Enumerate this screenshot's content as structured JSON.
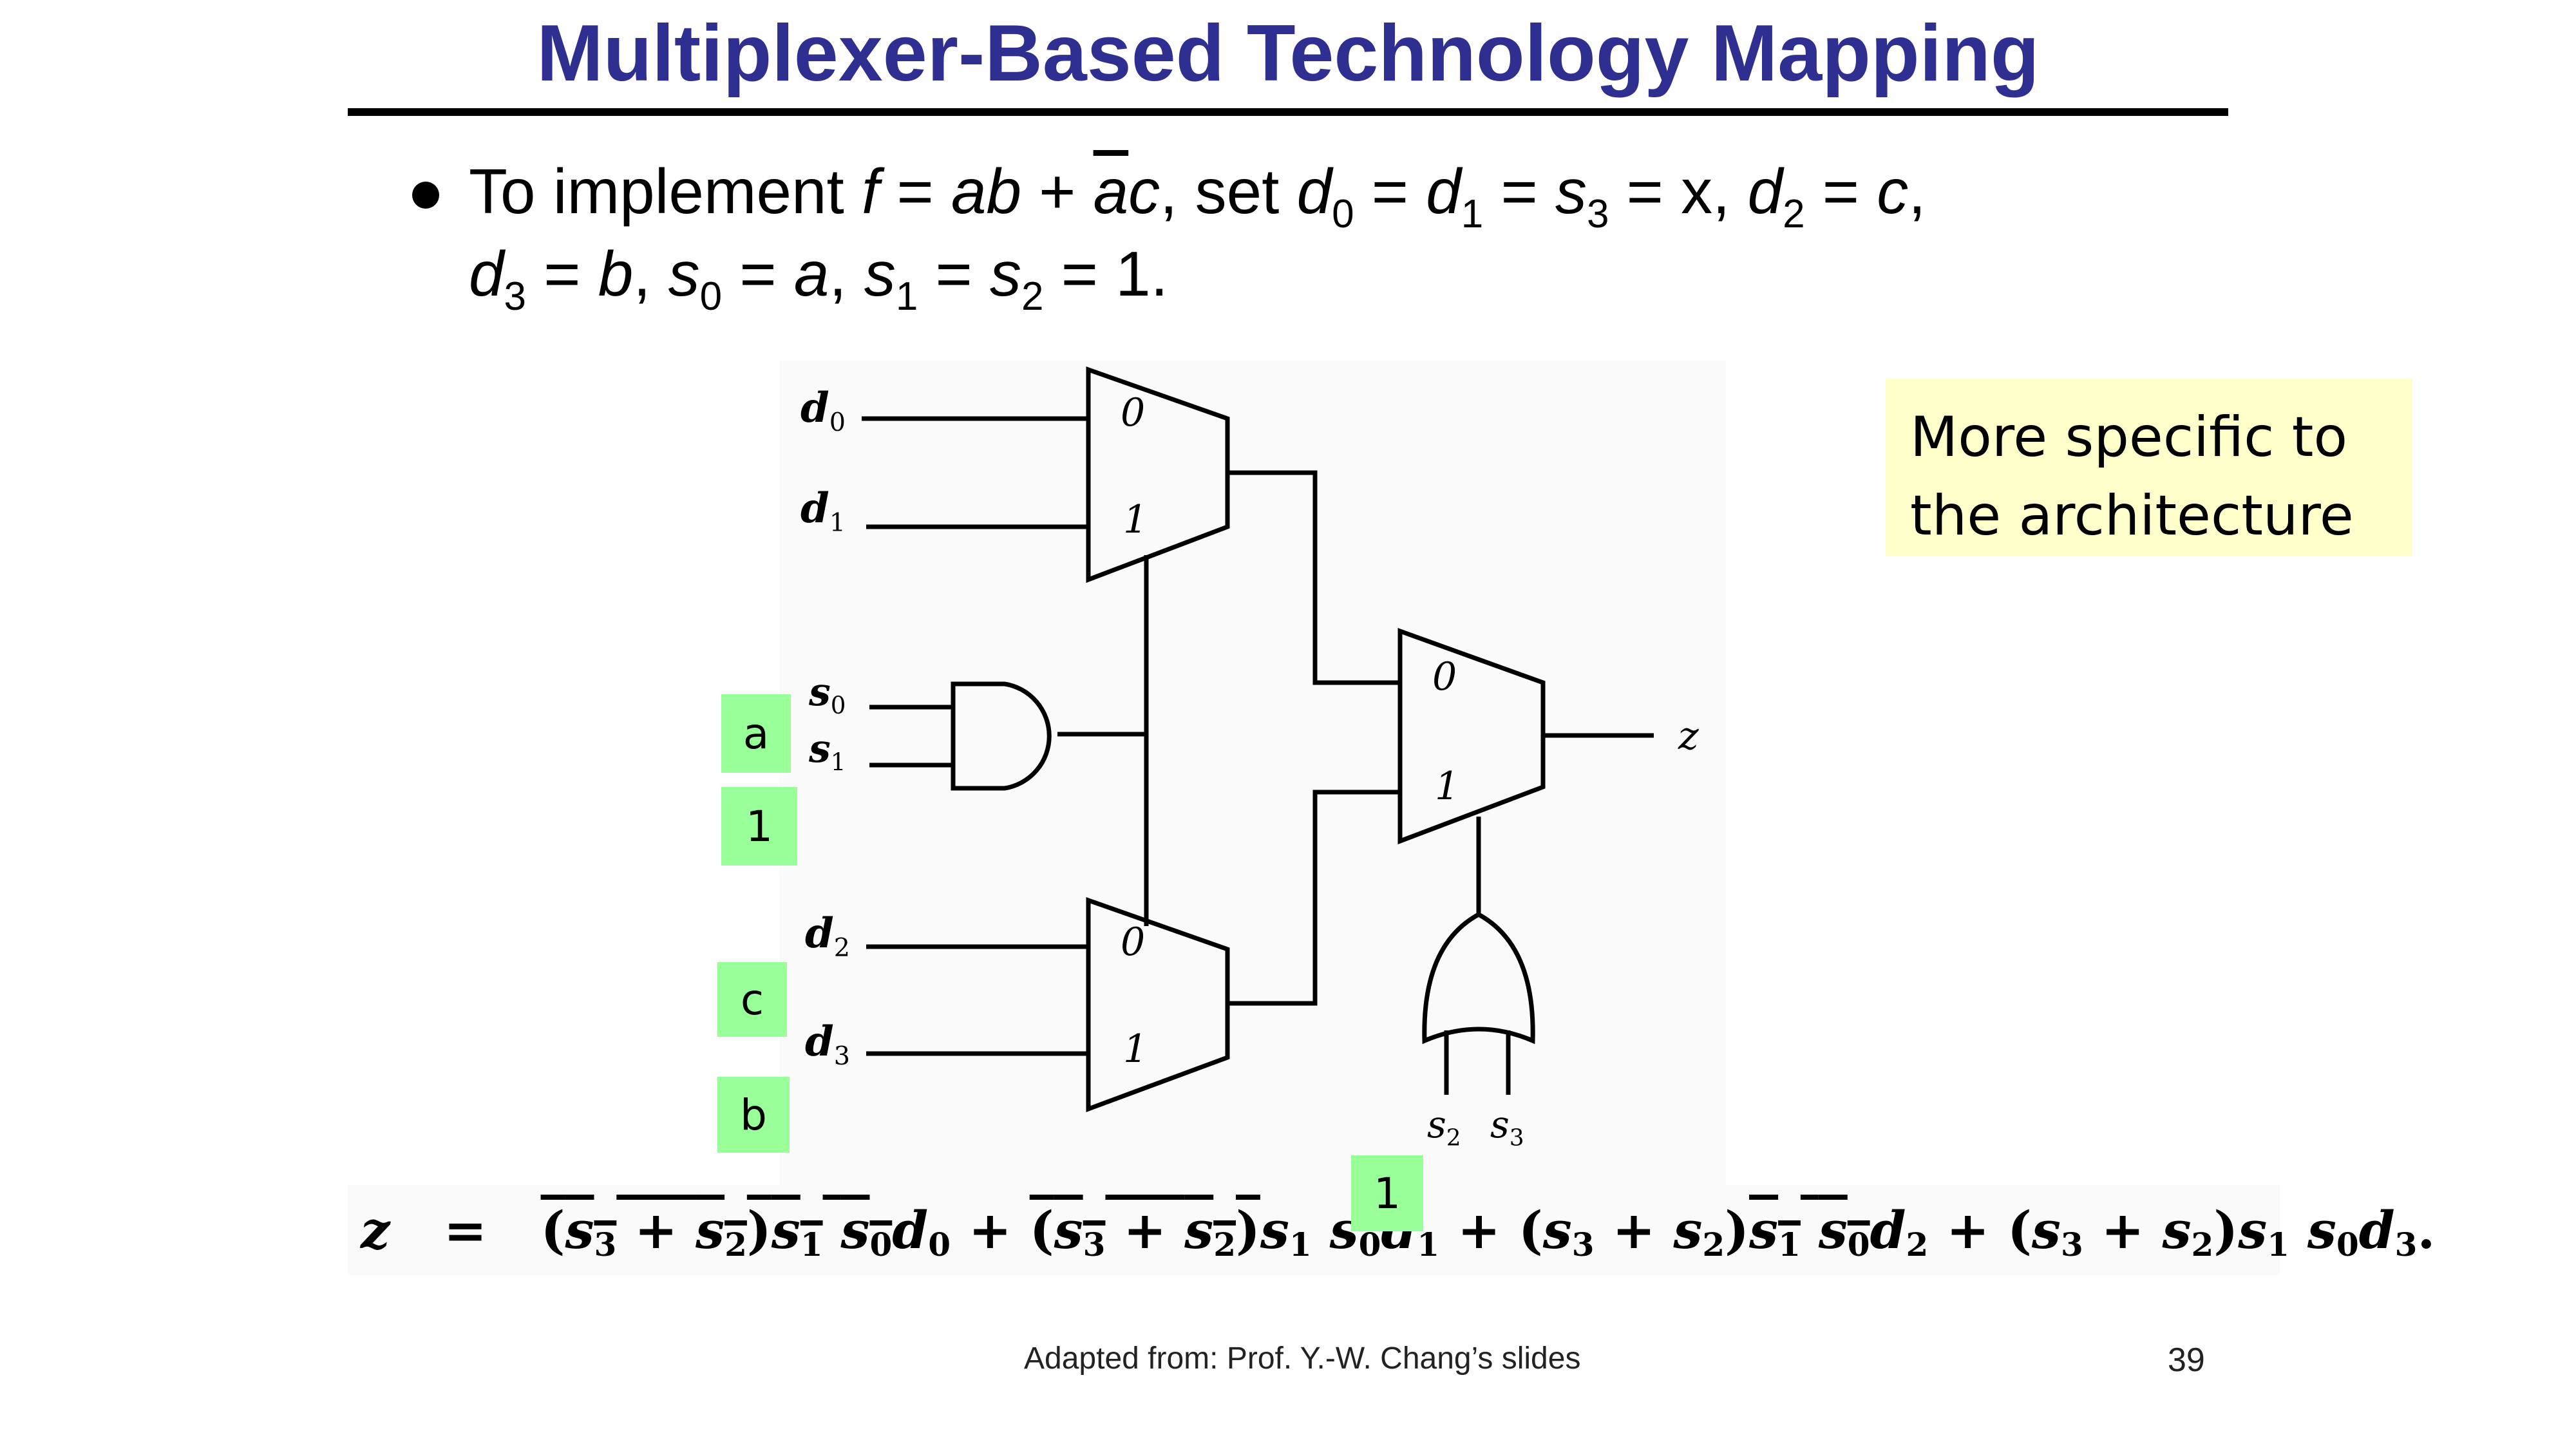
{
  "title": "Multiplexer-Based Technology Mapping",
  "bullet": {
    "text": "To implement f = ab + āc, set d0 = d1 = s3 = x, d2 = c, d3 = b, s0 = a, s1 = s2 = 1."
  },
  "diagram": {
    "inputs": {
      "d0": "d0",
      "d1": "d1",
      "s0": "s0",
      "s1": "s1",
      "d2": "d2",
      "d3": "d3",
      "s2": "s2",
      "s3": "s3"
    },
    "output": "z",
    "mux_port_0": "0",
    "mux_port_1": "1"
  },
  "note": {
    "line1": "More specific to",
    "line2": "the architecture"
  },
  "tags": {
    "s0_value": "a",
    "s1_value": "1",
    "d2_value": "c",
    "d3_value": "b",
    "s2_value": "1"
  },
  "equation": {
    "text": "z = (s3 + s2)‾ s1 s0‾ d0 + (s3 + s2)‾ s1 s0 d1 + (s3 + s2) s1 s0‾ d2 + (s3 + s2) s1 s0 d3."
  },
  "footer": {
    "credit": "Adapted from: Prof. Y.-W. Chang’s slides",
    "page_number": "39"
  },
  "colors": {
    "title": "#2f2f91",
    "note_bg": "#ffffcc",
    "tag_bg": "#99ff99"
  }
}
